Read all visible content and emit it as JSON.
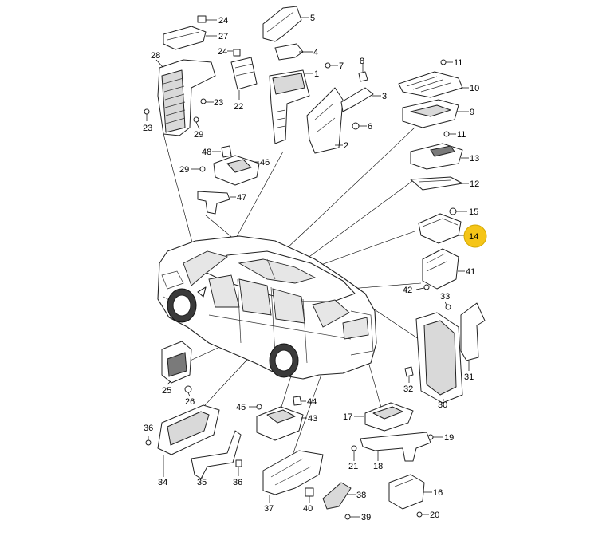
{
  "highlight_color": "#f5c518",
  "highlighted_part": "14",
  "parts": [
    "1",
    "2",
    "3",
    "4",
    "5",
    "6",
    "7",
    "8",
    "9",
    "10",
    "11",
    "12",
    "13",
    "14",
    "15",
    "16",
    "17",
    "18",
    "19",
    "20",
    "21",
    "22",
    "23",
    "24",
    "25",
    "26",
    "27",
    "28",
    "29",
    "30",
    "31",
    "32",
    "33",
    "34",
    "35",
    "36",
    "37",
    "38",
    "39",
    "40",
    "41",
    "42",
    "43",
    "44",
    "45",
    "46",
    "47",
    "48"
  ]
}
